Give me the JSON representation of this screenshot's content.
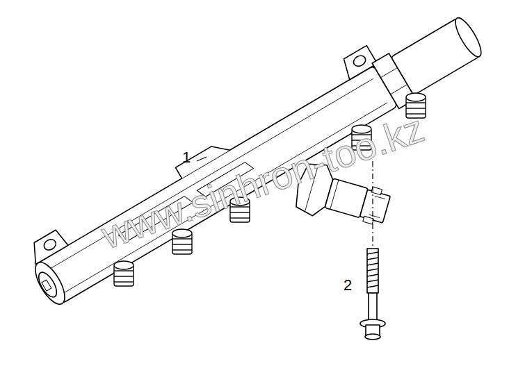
{
  "diagram": {
    "labels": [
      "1",
      "2",
      "www.sinhron-too.kz"
    ]
  }
}
